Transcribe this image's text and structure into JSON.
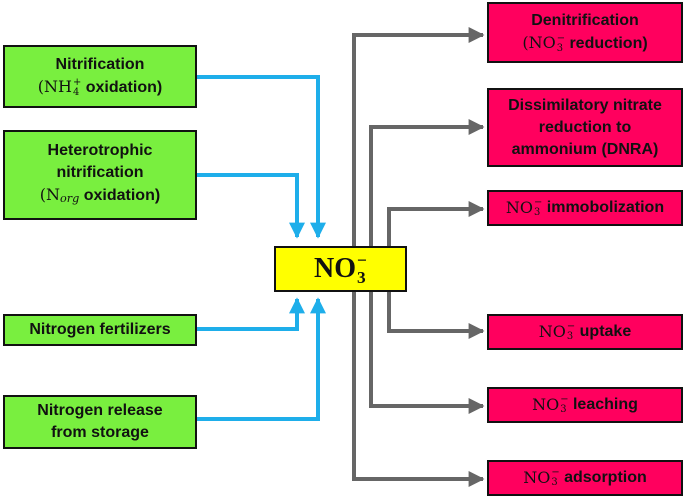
{
  "center": {
    "base": "NO",
    "sub": "3",
    "sup": "−"
  },
  "sources": [
    {
      "label": "Nitrification",
      "line2": {
        "open": "(",
        "base": "NH",
        "sub": "4",
        "sup": "+",
        "rest": " oxidation)"
      }
    },
    {
      "label_lines": [
        "Heterotrophic",
        "nitrification"
      ],
      "line3": {
        "open": "(",
        "base": "N",
        "sub": "org",
        "rest": " oxidation)"
      }
    },
    {
      "label": "Nitrogen fertilizers"
    },
    {
      "label_lines": [
        "Nitrogen release",
        "from storage"
      ]
    }
  ],
  "sinks": [
    {
      "label": "Denitrification",
      "line2": {
        "open": "(",
        "base": "NO",
        "sub": "3",
        "sup": "−",
        "rest": " reduction)"
      }
    },
    {
      "label_lines": [
        "Dissimilatory nitrate",
        "reduction to",
        "ammonium (DNRA)"
      ]
    },
    {
      "prefix": {
        "base": "NO",
        "sub": "3",
        "sup": "−"
      },
      "rest": " immobolization"
    },
    {
      "prefix": {
        "base": "NO",
        "sub": "3",
        "sup": "−"
      },
      "rest": " uptake"
    },
    {
      "prefix": {
        "base": "NO",
        "sub": "3",
        "sup": "−"
      },
      "rest": " leaching"
    },
    {
      "prefix": {
        "base": "NO",
        "sub": "3",
        "sup": "−"
      },
      "rest": " adsorption"
    }
  ],
  "colors": {
    "inflow": "#1eaeea",
    "outflow": "#666666",
    "source_fill": "#79ef3f",
    "sink_fill": "#ff005e",
    "center_fill": "#ffff00"
  }
}
